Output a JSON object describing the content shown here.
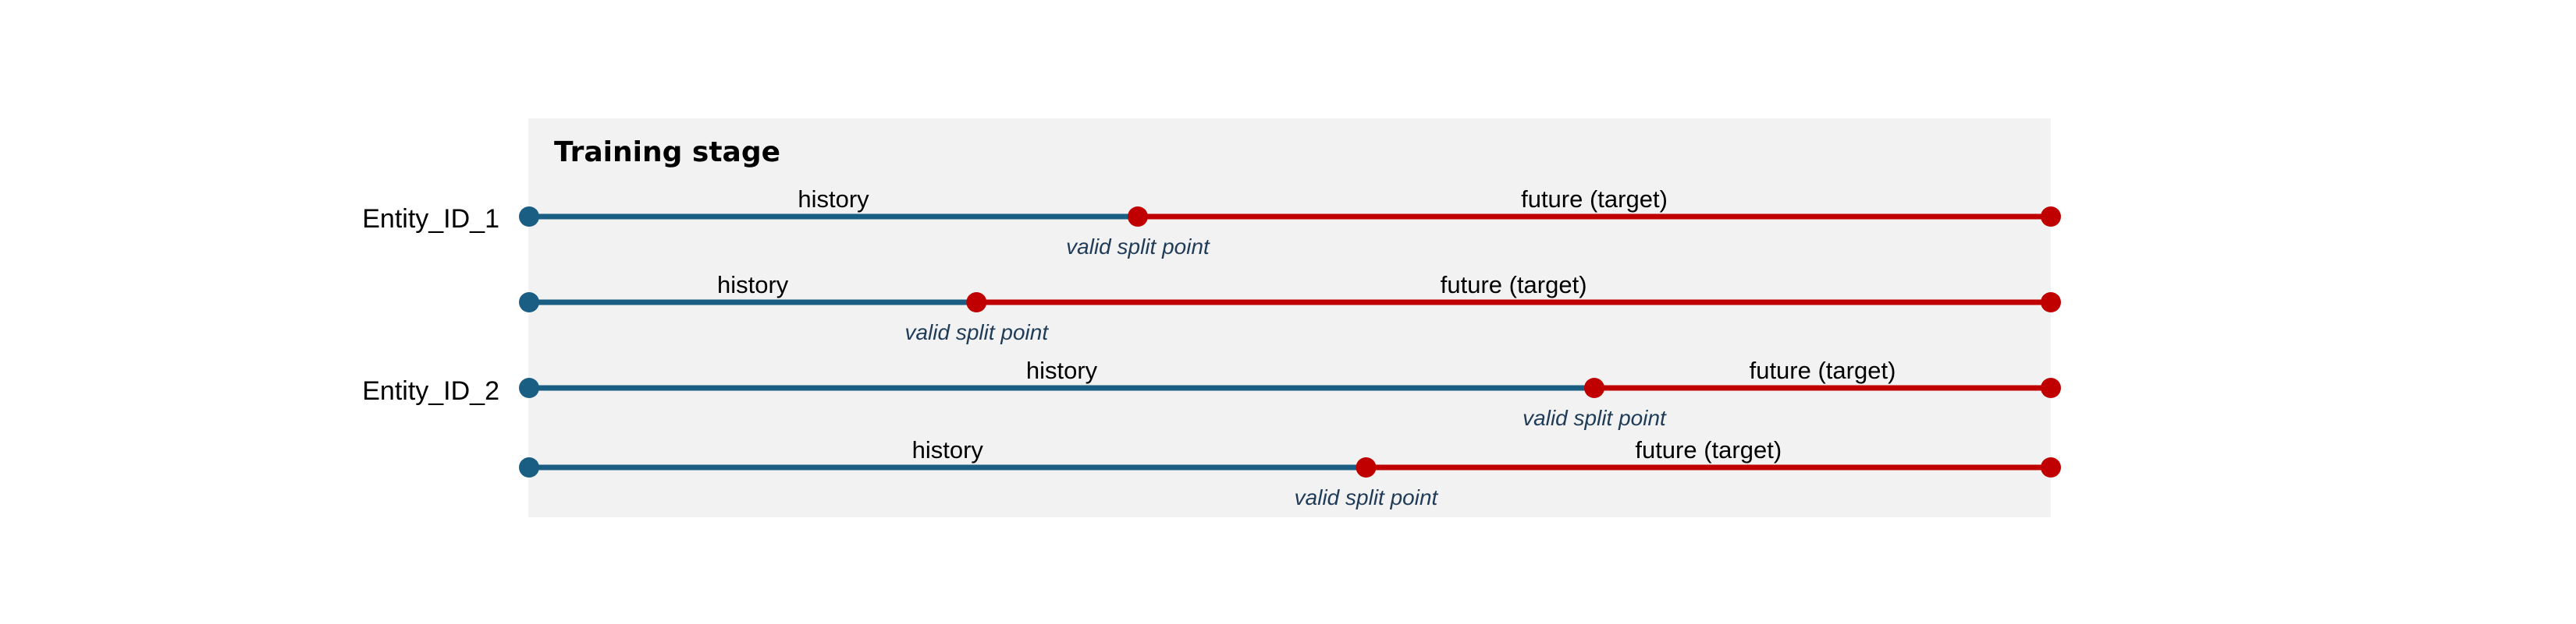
{
  "stage": {
    "title": "Training stage",
    "background": "#f2f2f2"
  },
  "colors": {
    "history": "#1a5e83",
    "future": "#c00000",
    "split_label": "#1f3b57",
    "text": "#000000"
  },
  "entities": [
    {
      "label": "Entity_ID_1"
    },
    {
      "label": "Entity_ID_2"
    }
  ],
  "rows": [
    {
      "entity": 0,
      "history_label": "history",
      "future_label": "future (target)",
      "split_label": "valid split point",
      "split_fraction": 0.4
    },
    {
      "entity": null,
      "history_label": "history",
      "future_label": "future (target)",
      "split_label": "valid split point",
      "split_fraction": 0.294
    },
    {
      "entity": 1,
      "history_label": "history",
      "future_label": "future (target)",
      "split_label": "valid split point",
      "split_fraction": 0.7
    },
    {
      "entity": null,
      "history_label": "history",
      "future_label": "future (target)",
      "split_label": "valid split point",
      "split_fraction": 0.55
    }
  ]
}
